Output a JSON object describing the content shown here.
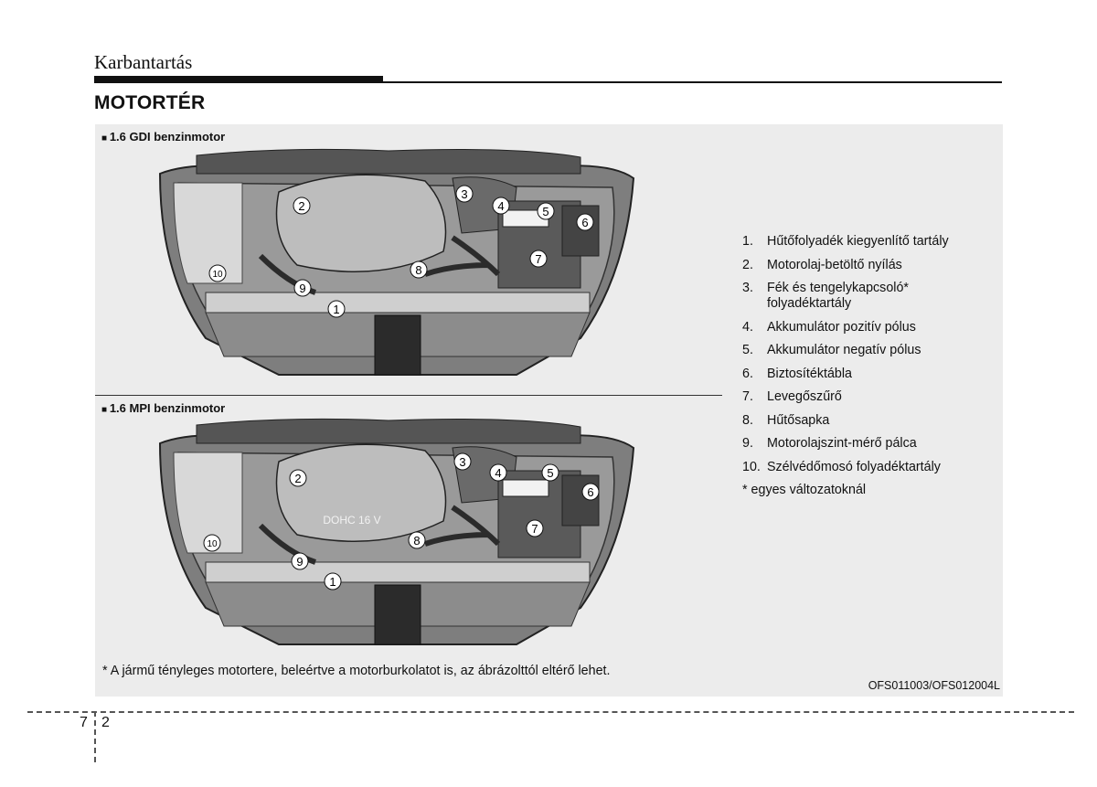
{
  "header": {
    "section": "Karbantartás",
    "title": "MOTORTÉR"
  },
  "figures": [
    {
      "label": "1.6 GDI benzinmotor",
      "engine_text": ""
    },
    {
      "label": "1.6 MPI benzinmotor",
      "engine_text": "DOHC 16 V"
    }
  ],
  "callouts": [
    "1",
    "2",
    "3",
    "4",
    "5",
    "6",
    "7",
    "8",
    "9",
    "10"
  ],
  "legend": {
    "items": [
      {
        "num": "1.",
        "text": "Hűtőfolyadék kiegyenlítő tartály"
      },
      {
        "num": "2.",
        "text": "Motorolaj-betöltő nyílás"
      },
      {
        "num": "3.",
        "text": "Fék és tengelykapcsoló* folyadéktartály"
      },
      {
        "num": "4.",
        "text": "Akkumulátor pozitív pólus"
      },
      {
        "num": "5.",
        "text": "Akkumulátor negatív pólus"
      },
      {
        "num": "6.",
        "text": "Biztosítéktábla"
      },
      {
        "num": "7.",
        "text": "Levegőszűrő"
      },
      {
        "num": "8.",
        "text": "Hűtősapka"
      },
      {
        "num": "9.",
        "text": "Motorolajszint-mérő pálca"
      },
      {
        "num": "10.",
        "text": "Szélvédőmosó folyadéktartály"
      }
    ],
    "note": "* egyes változatoknál"
  },
  "footnote": "* A jármű tényleges motortere, beleértve a motorburkolatot is, az ábrázolttól eltérő lehet.",
  "figure_code": "OFS011003/OFS012004L",
  "page": {
    "chapter": "7",
    "number": "2"
  }
}
